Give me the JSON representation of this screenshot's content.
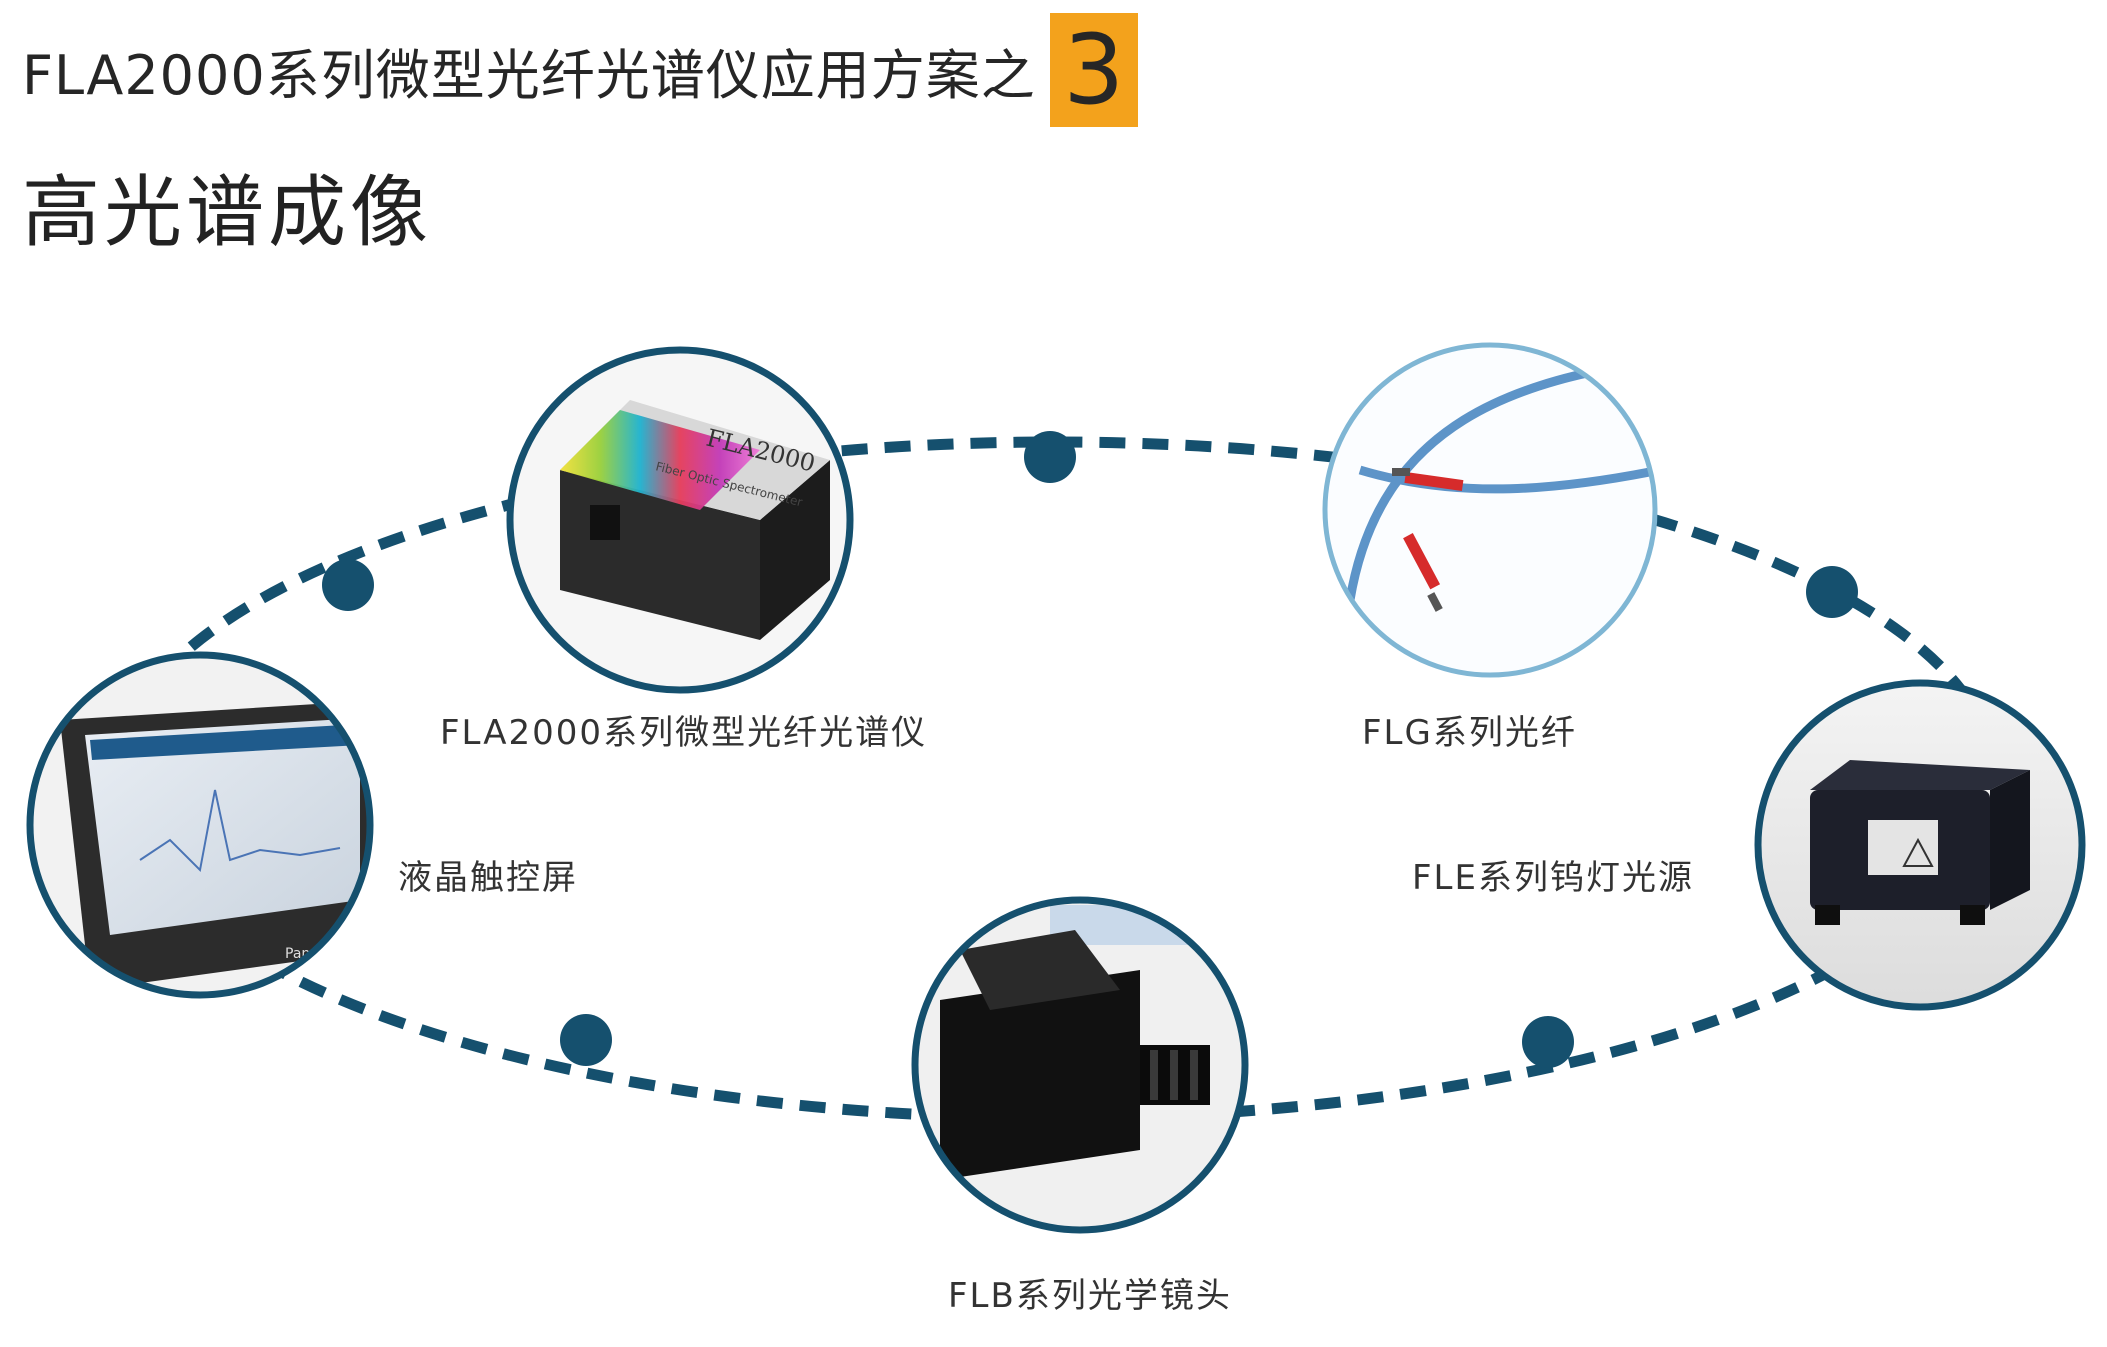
{
  "header": {
    "subtitle": "FLA2000系列微型光纤光谱仪应用方案之",
    "badge_number": "3",
    "title": "高光谱成像"
  },
  "nodes": [
    {
      "id": "spectrometer",
      "label": "FLA2000系列微型光纤光谱仪",
      "image_text": "FLA2000",
      "image_subtext": "Fiber Optic Spectrometer"
    },
    {
      "id": "fiber",
      "label": "FLG系列光纤"
    },
    {
      "id": "touchscreen",
      "label": "液晶触控屏",
      "image_text": "Panasonic"
    },
    {
      "id": "lamp",
      "label": "FLE系列钨灯光源"
    },
    {
      "id": "lens",
      "label": "FLB系列光学镜头"
    }
  ],
  "colors": {
    "loop": "#15506e",
    "badge": "#f3a21c",
    "circle_border": "#15506e",
    "fiber_circle_border": "#7fb6d4"
  }
}
